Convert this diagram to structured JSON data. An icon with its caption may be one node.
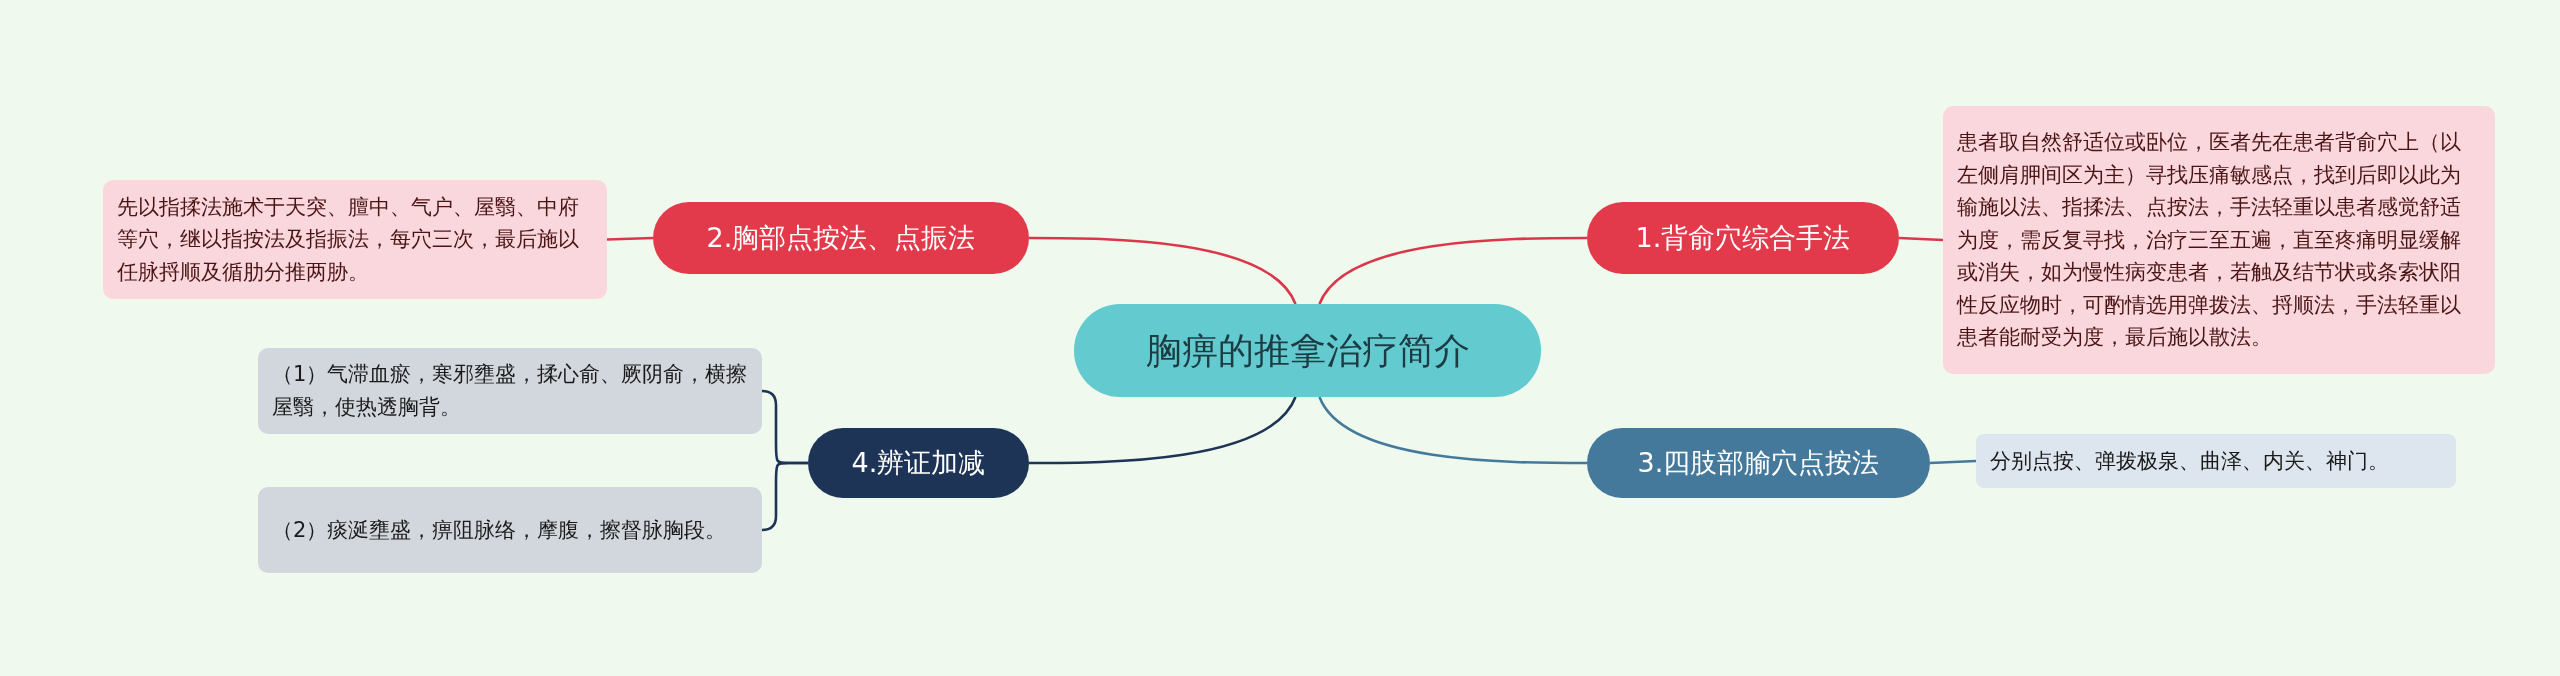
{
  "diagram": {
    "nodes": [
      {
        "text": [
          "胸痹的推拿治疗简介"
        ]
      },
      {
        "text": [
          "1.背俞穴综合手法"
        ]
      },
      {
        "text": [
          "患者取自然舒适位或卧位，医者先在患者背俞穴上（以左侧肩胛间区为主）寻找压痛敏感点，找到后即以此为输施以法、指揉法、点按法，手法轻重以患者感觉舒适为度，需反复寻找，治疗三至五遍，直至疼痛明显缓解或消失，如为慢性病变患者，若触及结节状或条索状阳性反应物时，可酌情选用弹拨法、捋顺法，手法轻重以患者能耐受为度，最后施以散法。"
        ]
      },
      {
        "text": [
          "2.胸部点按法、点振法"
        ]
      },
      {
        "text": [
          "先以指揉法施术于天突、膻中、气户、屋翳、中府等穴，继以指按法及指振法，每穴三次，最后施以任脉捋顺及循肋分推两胁。"
        ]
      },
      {
        "text": [
          "3.四肢部腧穴点按法"
        ]
      },
      {
        "text": [
          "分别点按、弹拨极泉、曲泽、内关、神门。"
        ]
      },
      {
        "text": [
          "4.辨证加减"
        ]
      },
      {
        "text": [
          "（1）气滞血瘀，寒邪壅盛，揉心俞、厥阴俞，横擦屋翳，使热透胸背。"
        ]
      },
      {
        "text": [
          "（2）痰涎壅盛，痹阻脉络，摩腹，擦督脉胸段。"
        ]
      }
    ],
    "edges": [
      {
        "from": 0,
        "to": 1,
        "arrow": "none",
        "color": "#d9374a"
      },
      {
        "from": 1,
        "to": 2,
        "arrow": "none",
        "color": "#d9374a"
      },
      {
        "from": 0,
        "to": 3,
        "arrow": "none",
        "color": "#d9374a"
      },
      {
        "from": 3,
        "to": 4,
        "arrow": "none",
        "color": "#d9374a"
      },
      {
        "from": 0,
        "to": 5,
        "arrow": "none",
        "color": "#44799c"
      },
      {
        "from": 5,
        "to": 6,
        "arrow": "none",
        "color": "#44799c"
      },
      {
        "from": 0,
        "to": 7,
        "arrow": "none",
        "color": "#1e3457"
      },
      {
        "from": 7,
        "to": 8,
        "arrow": "none",
        "color": "#1e3457"
      },
      {
        "from": 7,
        "to": 9,
        "arrow": "none",
        "color": "#1e3457"
      }
    ]
  }
}
